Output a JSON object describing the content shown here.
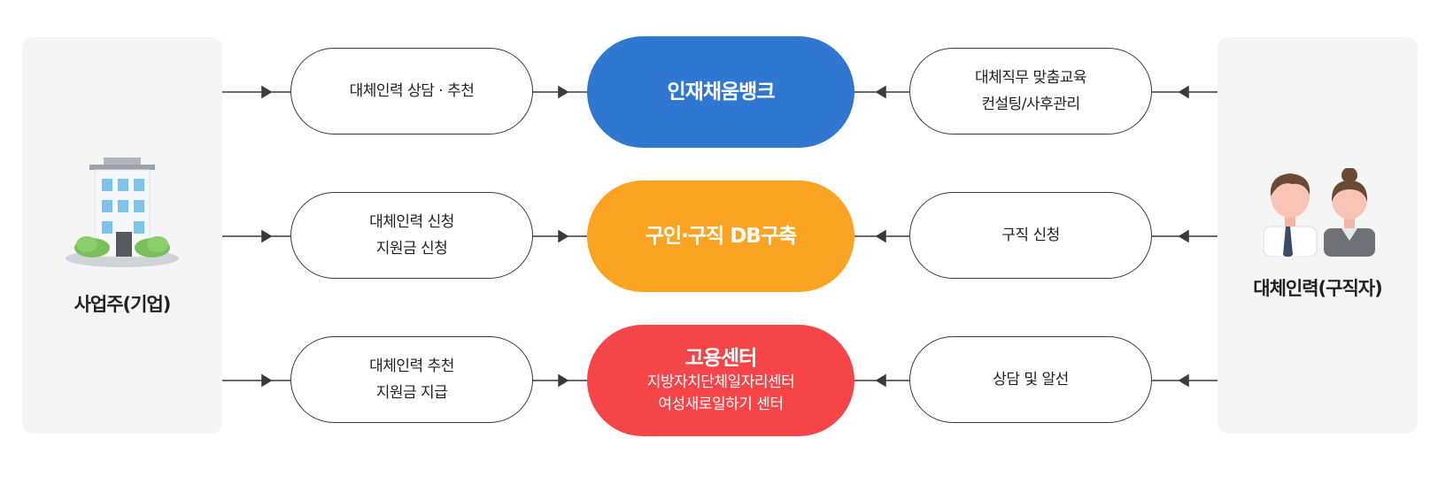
{
  "employer": {
    "label": "사업주(기업)",
    "icon": "building-icon"
  },
  "substitute": {
    "label": "대체인력(구직자)",
    "icon": "people-icon"
  },
  "rows": [
    {
      "left_lines": [
        "대체인력 상담 · 추천"
      ],
      "center_title": "인재채움뱅크",
      "center_sub": [],
      "right_lines": [
        "대체직무 맞춤교육",
        "컨설팅/사후관리"
      ],
      "color": "#2f77d1"
    },
    {
      "left_lines": [
        "대체인력 신청",
        "지원금 신청"
      ],
      "center_title": "구인·구직 DB구축",
      "center_sub": [],
      "right_lines": [
        "구직 신청"
      ],
      "color": "#fba322"
    },
    {
      "left_lines": [
        "대체인력 추천",
        "지원금 지급"
      ],
      "center_title": "고용센터",
      "center_sub": [
        "지방자치단체일자리센터",
        "여성새로일하기 센터"
      ],
      "right_lines": [
        "상담 및 알선"
      ],
      "color": "#f64549"
    }
  ]
}
